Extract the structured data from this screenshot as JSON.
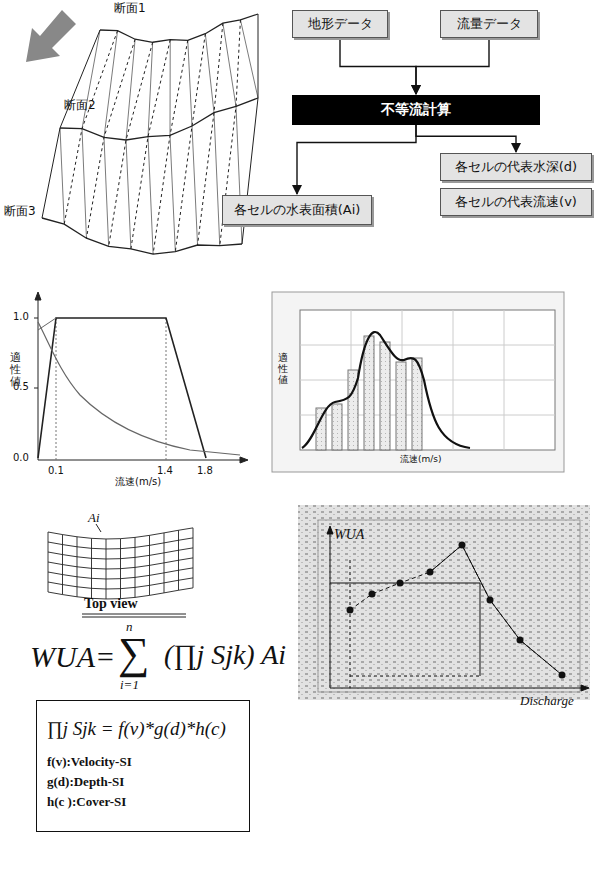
{
  "diagram": {
    "nodes": [
      {
        "text": [
          "地形データ"
        ]
      },
      {
        "text": [
          "流量データ"
        ]
      },
      {
        "text": [
          "不等流計算"
        ]
      },
      {
        "text": [
          "各セルの水表面積(Ai)"
        ]
      },
      {
        "text": [
          "各セルの代表水深(d)"
        ]
      },
      {
        "text": [
          "各セルの代表流速(v)"
        ]
      },
      {
        "text": [
          "∏j Sjk = f(v)*g(d)*h(c)",
          "f(v):Velocity-SI",
          "g(d):Depth-SI",
          "h(c ):Cover-SI"
        ]
      }
    ],
    "edges": [
      {
        "from": 0,
        "to": 2,
        "arrow": "to"
      },
      {
        "from": 1,
        "to": 2,
        "arrow": "to"
      },
      {
        "from": 2,
        "to": 3,
        "arrow": "to"
      },
      {
        "from": 2,
        "to": 4,
        "arrow": "to"
      }
    ],
    "labels": [
      "断面1",
      "断面2",
      "断面3",
      "適性値",
      "1.0",
      "0.5",
      "0.0",
      "0.1",
      "1.4",
      "1.8",
      "流速(m/s)",
      "適性値",
      "流速(m/s)",
      "Ai",
      "Top view",
      "WUA=",
      "n",
      "∑",
      "i=1",
      "(∏j Sjk) Ai",
      "WUA",
      "Discharge"
    ]
  }
}
